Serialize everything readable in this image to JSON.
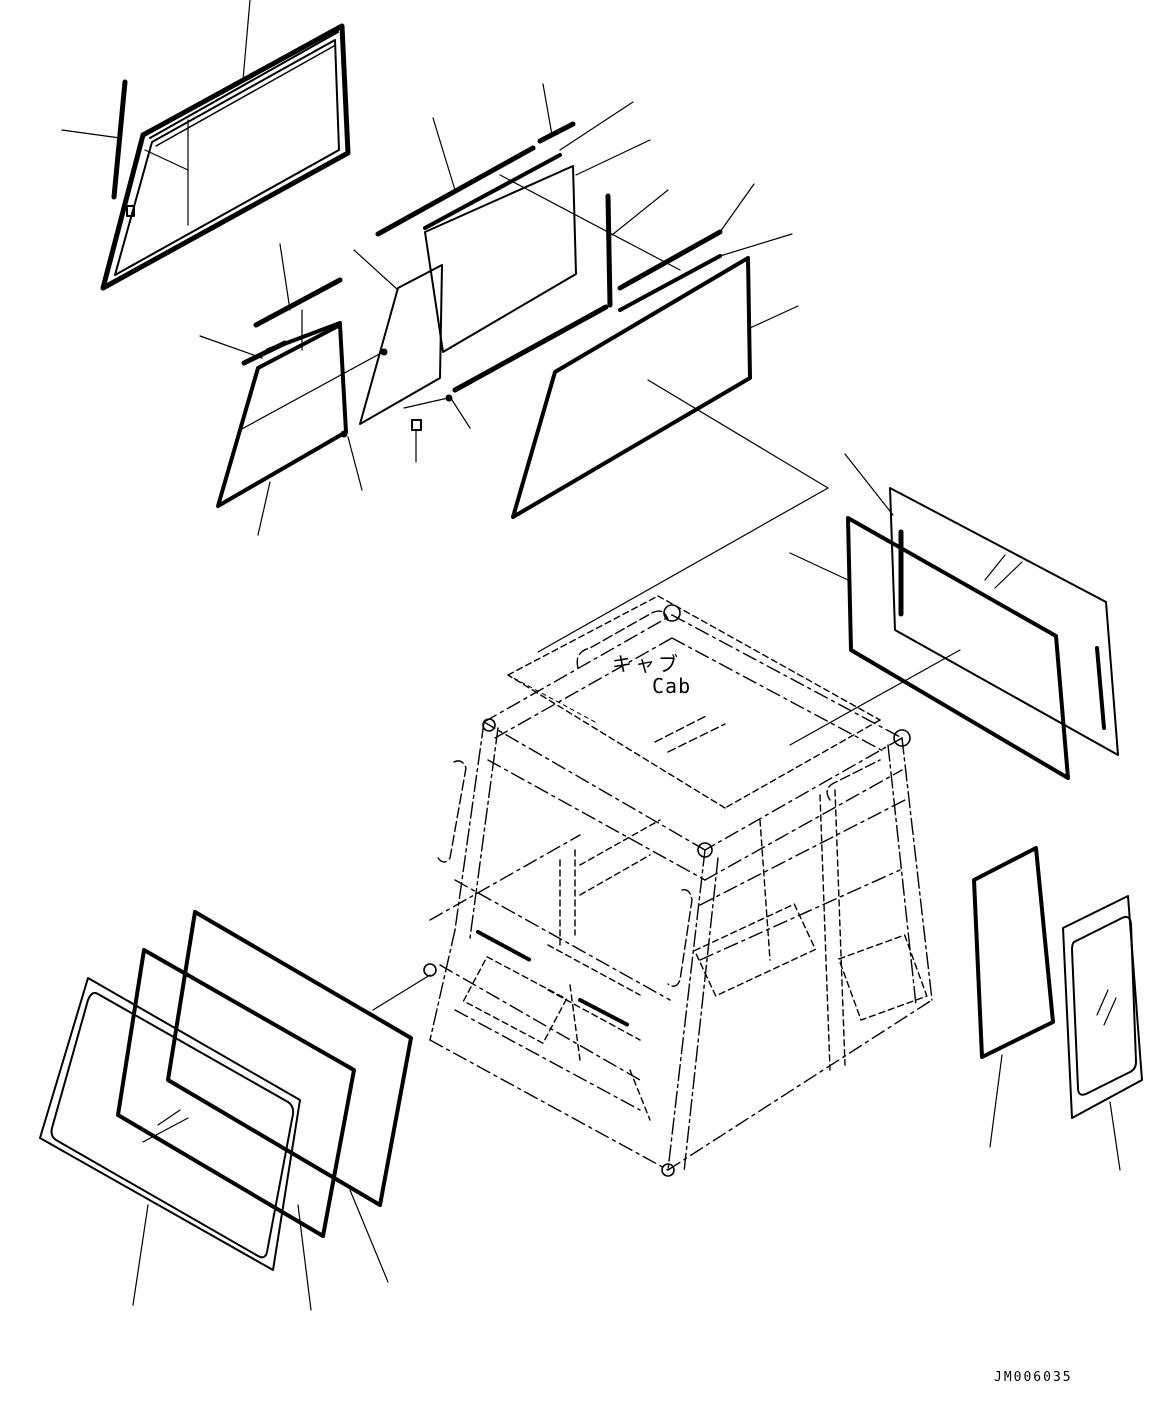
{
  "labels": {
    "cab_jp": "キャブ",
    "cab_en": "Cab",
    "drawing_id": "JM006035"
  },
  "colors": {
    "line": "#000000",
    "background": "#ffffff"
  },
  "icons": [
    "glass-hatch-icon"
  ]
}
